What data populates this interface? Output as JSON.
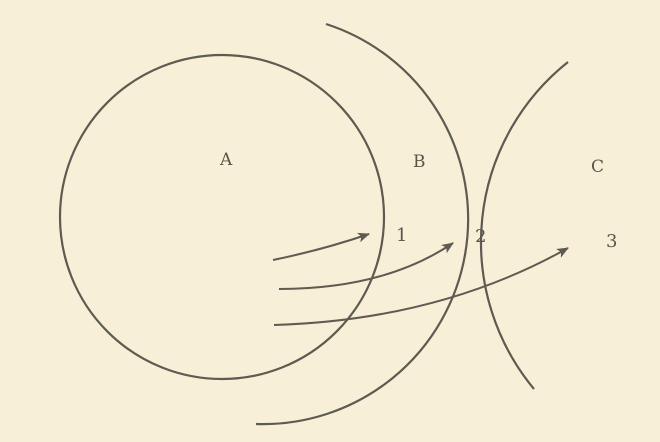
{
  "diagram": {
    "regions": [
      {
        "label": "A"
      },
      {
        "label": "B"
      },
      {
        "label": "C"
      }
    ],
    "points": [
      {
        "label": "1"
      },
      {
        "label": "2"
      },
      {
        "label": "3"
      }
    ],
    "colors": {
      "paper": "#f7f0d6",
      "ink": "#5f5a52"
    }
  }
}
